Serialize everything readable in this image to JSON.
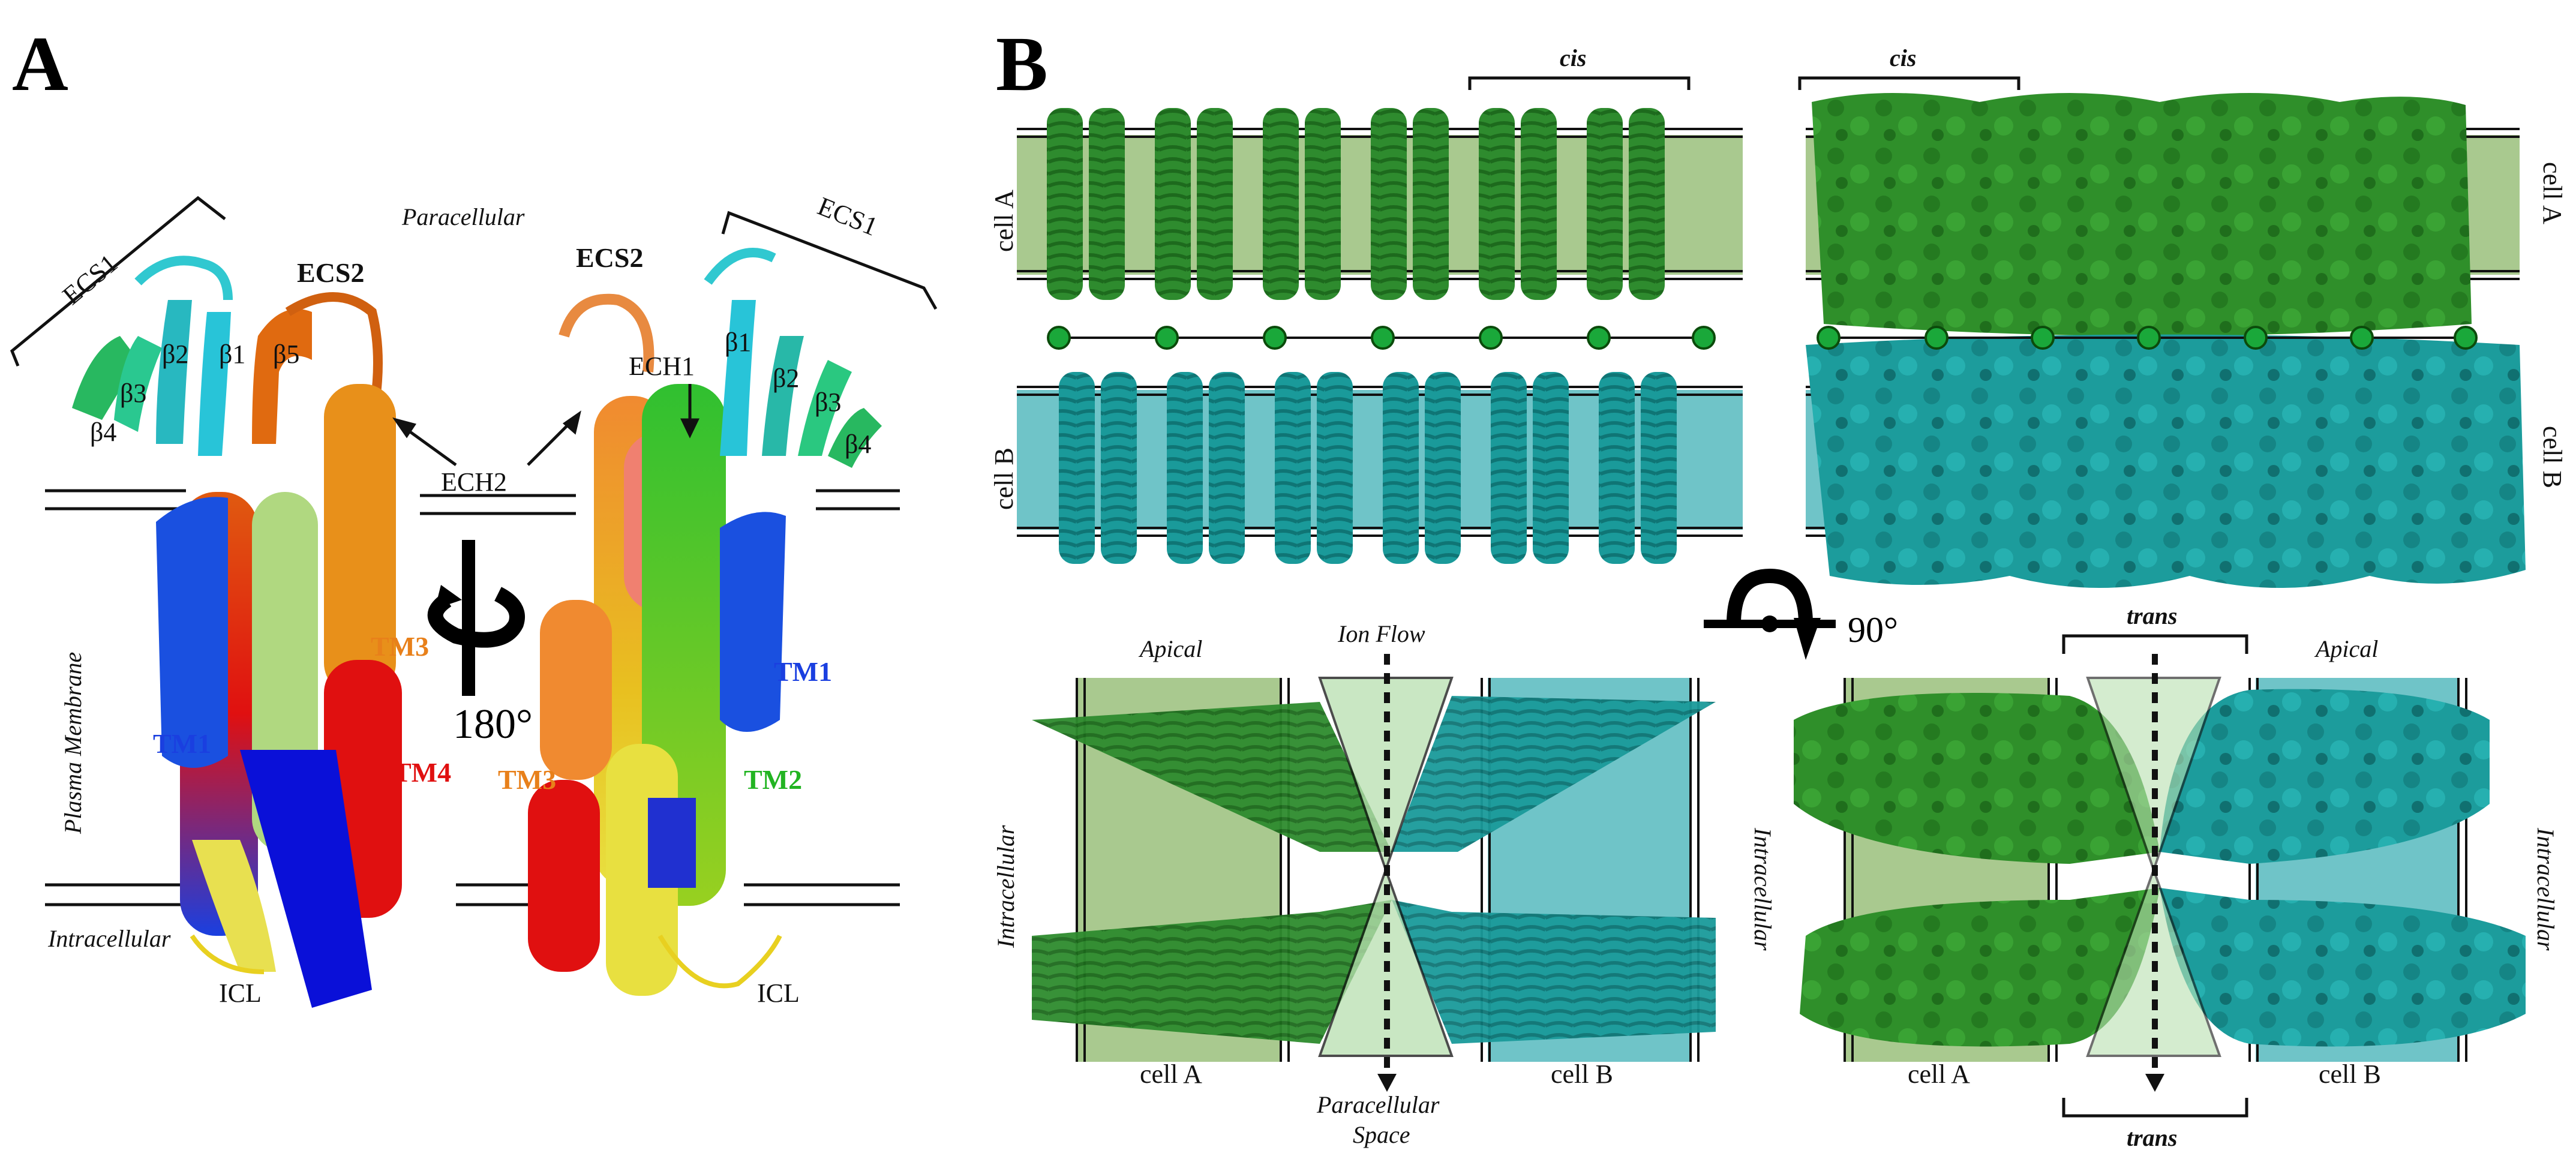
{
  "panel_a": {
    "letter": "A",
    "paracellular": "Paracellular",
    "plasma_membrane": "Plasma Membrane",
    "intracellular": "Intracellular",
    "ecs1": "ECS1",
    "ecs2": "ECS2",
    "ech1": "ECH1",
    "ech2": "ECH2",
    "beta1": "β1",
    "beta2": "β2",
    "beta3": "β3",
    "beta4": "β4",
    "beta5": "β5",
    "tm1": "TM1",
    "tm2": "TM2",
    "tm3": "TM3",
    "tm4": "TM4",
    "icl": "ICL",
    "rotation": "180°"
  },
  "panel_b": {
    "letter": "B",
    "cis": "cis",
    "trans": "trans",
    "cell_a": "cell A",
    "cell_b": "cell B",
    "apical": "Apical",
    "intracellular": "Intracellular",
    "ion_flow": "Ion Flow",
    "paracellular_space_1": "Paracellular",
    "paracellular_space_2": "Space",
    "rotation": "90°"
  },
  "colors": {
    "tm1_blue": "#1a3fe0",
    "tm2_green": "#22b422",
    "tm3_orange": "#f07a20",
    "tm4_red": "#e01010",
    "icl_yellow": "#e8d020",
    "ecs_cyan": "#28c4d8",
    "protein_green": "#2e8b2e",
    "protein_teal": "#1a9a9a",
    "membrane_green": "#a9c98f",
    "membrane_teal": "#6fc4c8"
  }
}
